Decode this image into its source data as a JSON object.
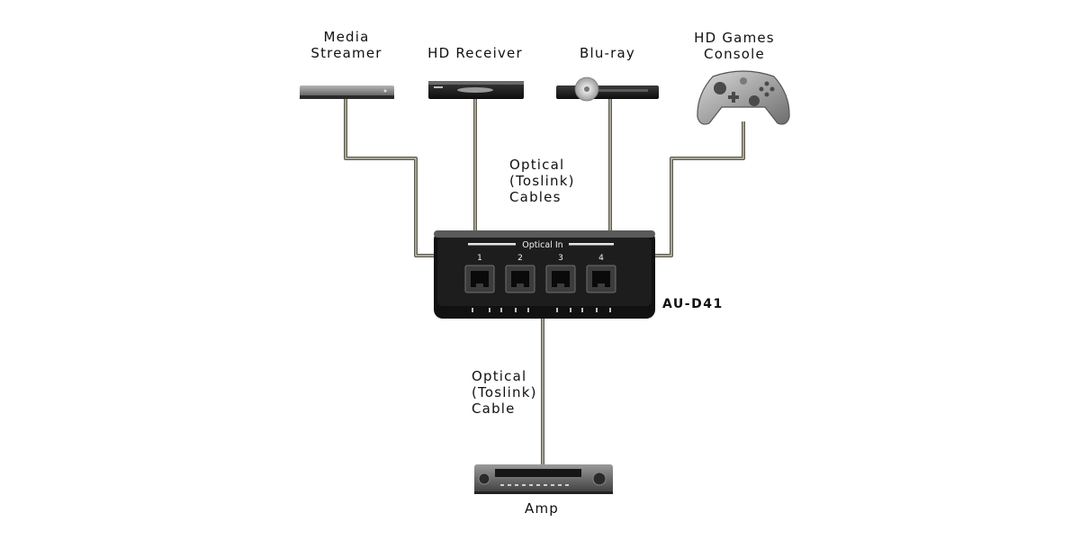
{
  "diagram": {
    "sources": [
      {
        "label_line1": "Media",
        "label_line2": "Streamer"
      },
      {
        "label_line1": "",
        "label_line2": "HD Receiver"
      },
      {
        "label_line1": "",
        "label_line2": "Blu-ray"
      },
      {
        "label_line1": "HD Games",
        "label_line2": "Console"
      }
    ],
    "input_cables_label": [
      "Optical",
      "(Toslink)",
      "Cables"
    ],
    "switcher": {
      "model": "AU-D41",
      "panel_title": "Optical In",
      "port_numbers": [
        "1",
        "2",
        "3",
        "4"
      ]
    },
    "output_cable_label": [
      "Optical",
      "(Toslink)",
      "Cable"
    ],
    "output": {
      "label": "Amp"
    },
    "colors": {
      "cable": "#5c5a4e",
      "cable_core": "#d8d4c4",
      "device_body": "#1a1a1a",
      "device_metal": "#8c8c8c"
    }
  }
}
